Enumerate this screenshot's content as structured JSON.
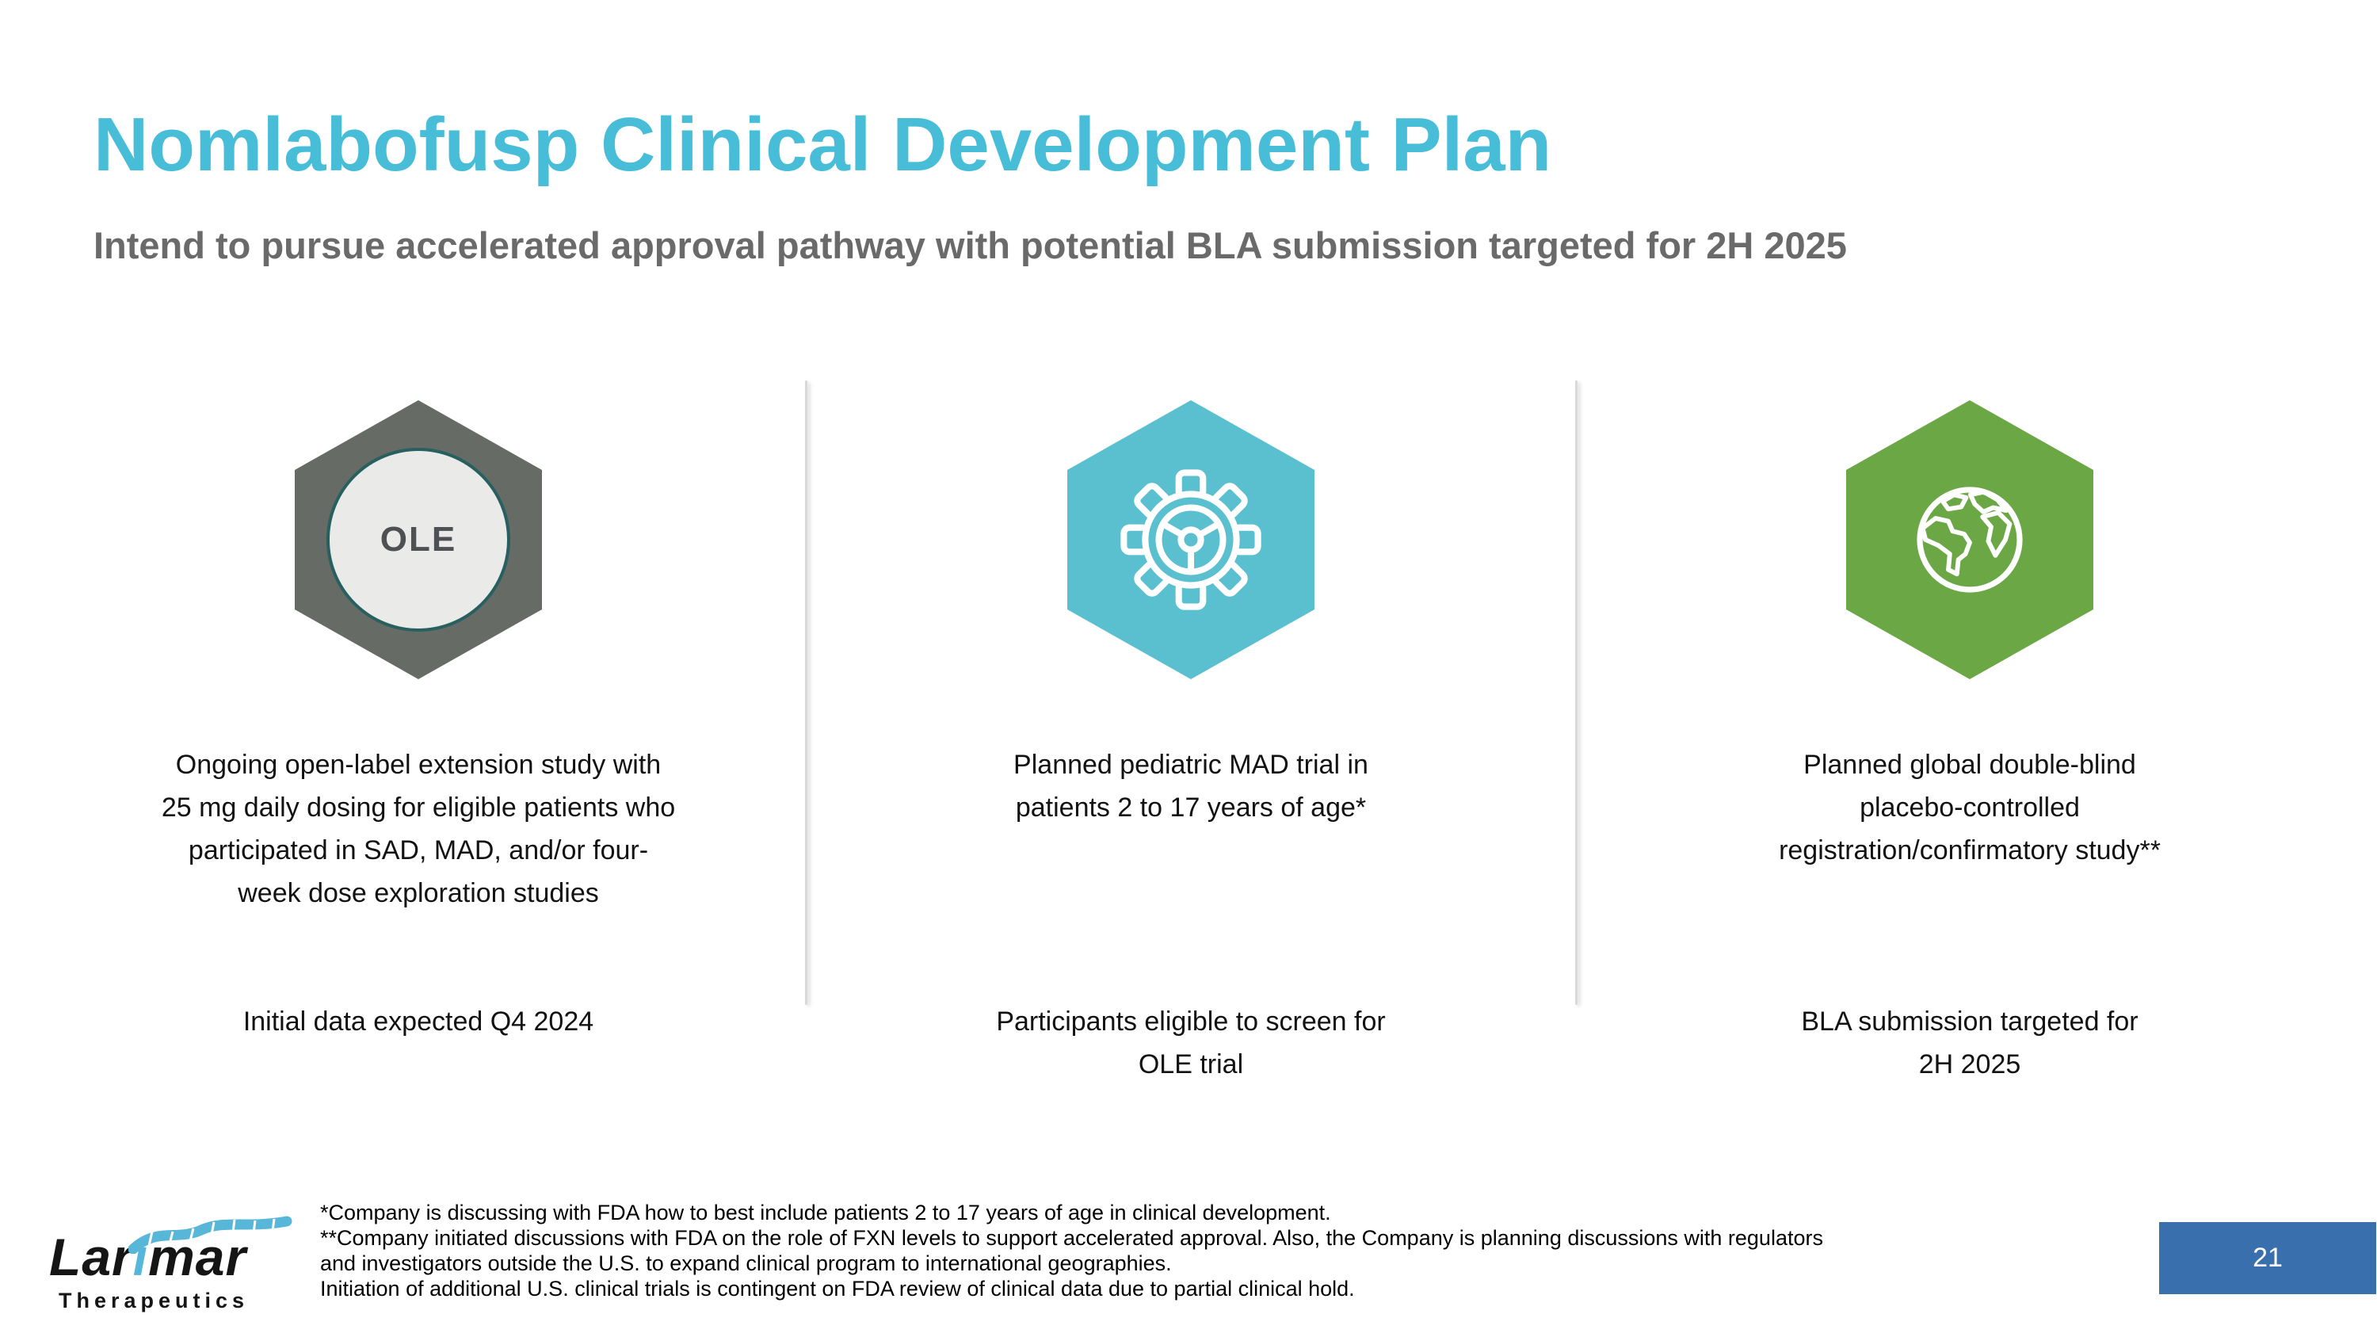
{
  "slide": {
    "title": "Nomlabofusp Clinical Development Plan",
    "subtitle": "Intend to pursue accelerated approval pathway with potential BLA submission targeted for 2H 2025"
  },
  "colors": {
    "title": "#47bdd8",
    "subtitle": "#6a6a6a",
    "hex_gray": "#676b65",
    "hex_teal": "#5abfce",
    "hex_green": "#6ba845",
    "page_box": "#3a6fad",
    "logo_accent": "#55b7dc"
  },
  "columns": [
    {
      "badge": "OLE",
      "para": [
        "Ongoing open-label extension study with",
        "25 mg daily dosing for eligible patients who",
        "participated in SAD, MAD, and/or four-",
        "week dose exploration studies"
      ],
      "milestone": [
        "Initial data expected Q4 2024"
      ]
    },
    {
      "para": [
        "Planned pediatric MAD trial in",
        "patients 2 to 17 years of age*"
      ],
      "milestone": [
        "Participants eligible to screen for",
        "OLE trial"
      ]
    },
    {
      "para": [
        "Planned global double-blind",
        "placebo-controlled",
        "registration/confirmatory study**"
      ],
      "milestone": [
        "BLA submission targeted for",
        "2H 2025"
      ]
    }
  ],
  "footer": {
    "logo": {
      "brand_prefix": "Lar",
      "brand_i": "i",
      "brand_suffix": "mar",
      "sub": "Therapeutics"
    },
    "notes": [
      "*Company is discussing with FDA how to best include patients 2 to 17 years of age in clinical development.",
      "**Company initiated discussions with FDA on the role of FXN levels to support accelerated approval. Also, the Company is planning discussions with regulators",
      "and investigators outside the U.S. to expand clinical program to international geographies.",
      "Initiation of additional U.S. clinical trials is contingent on FDA review of clinical data due to partial clinical hold."
    ],
    "page_number": "21"
  }
}
